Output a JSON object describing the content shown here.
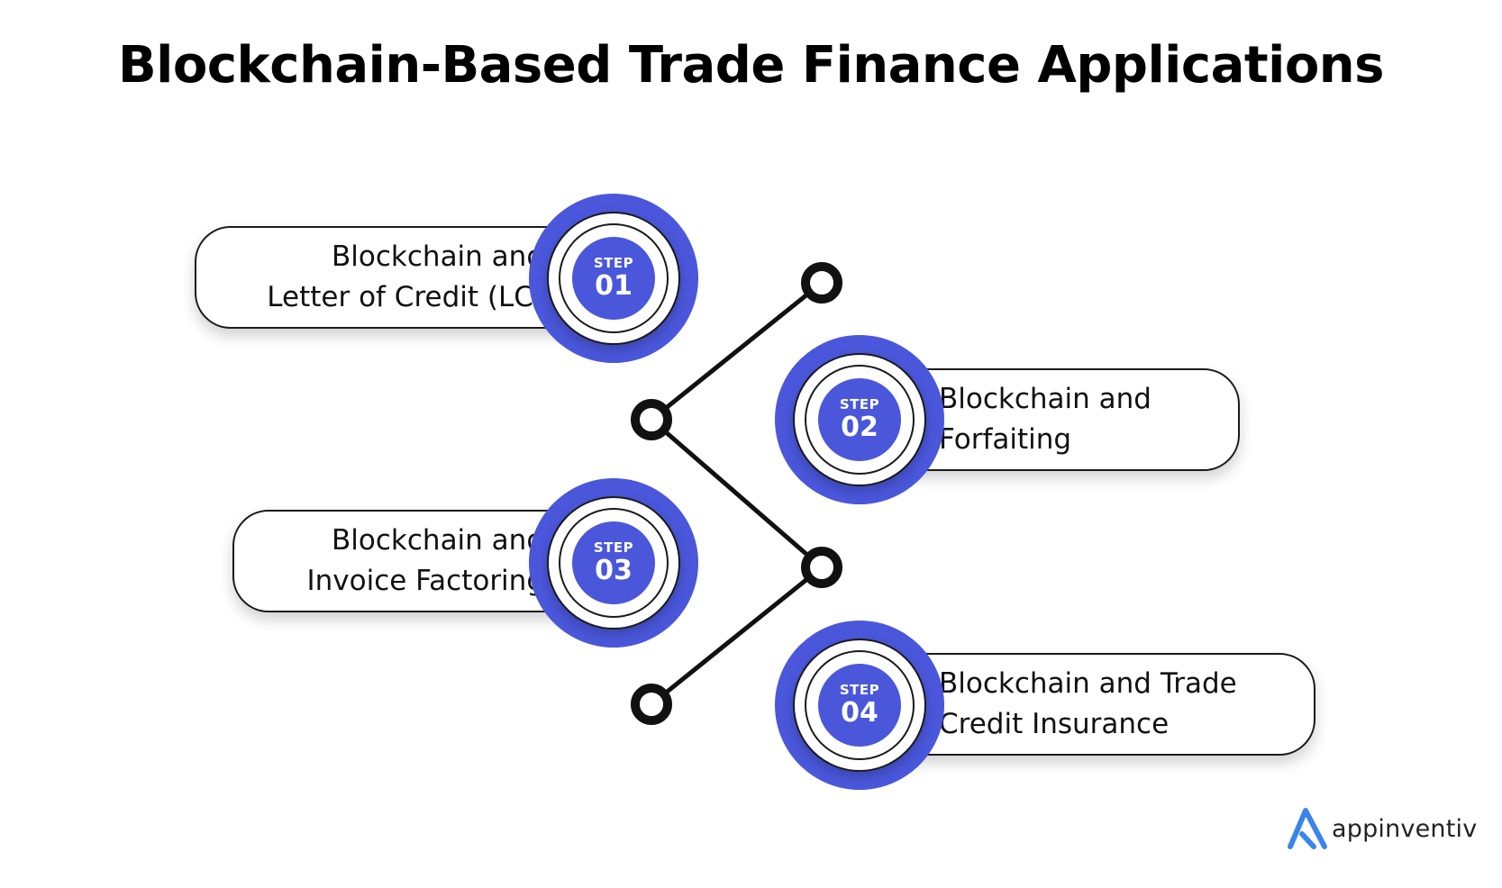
{
  "title": "Blockchain-Based Trade Finance Applications",
  "accent_color": "#4a57db",
  "steps": [
    {
      "step_label": "STEP",
      "number": "01",
      "lines": [
        "Blockchain and",
        "Letter of Credit (LC)"
      ]
    },
    {
      "step_label": "STEP",
      "number": "02",
      "lines": [
        "Blockchain and",
        "Forfaiting"
      ]
    },
    {
      "step_label": "STEP",
      "number": "03",
      "lines": [
        "Blockchain and",
        "Invoice Factoring"
      ]
    },
    {
      "step_label": "STEP",
      "number": "04",
      "lines": [
        "Blockchain and Trade",
        "Credit Insurance"
      ]
    }
  ],
  "logo": {
    "icon": "appinventiv-logo-icon",
    "text": "appinventiv"
  }
}
